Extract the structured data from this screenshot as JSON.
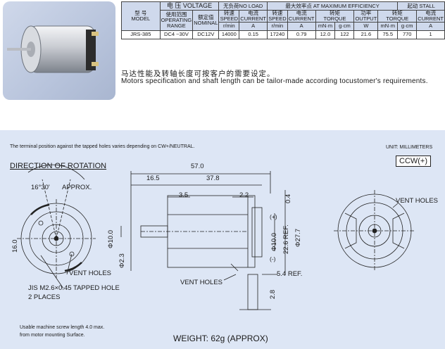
{
  "table": {
    "model_header": [
      "型 号",
      "MODEL"
    ],
    "voltage_header": "电 压 VOLTAGE",
    "noload_header": "无负荷NO LOAD",
    "maxeff_header": "最大效率点 AT MAXIMUM EFFICIENCY",
    "stall_header": "起动 STALL",
    "operating_range": [
      "使用范围",
      "OPERATING",
      "RANGE"
    ],
    "nominal": [
      "额定值",
      "NOMINAL"
    ],
    "speed": [
      "转速",
      "SPEED"
    ],
    "current": [
      "电流",
      "CURRENT"
    ],
    "torque": [
      "转矩",
      "TORQUE"
    ],
    "output": [
      "功率",
      "OUTPUT"
    ],
    "units": [
      "r/min",
      "A",
      "r/min",
      "A",
      "mN·m",
      "g·cm",
      "W",
      "mN·m",
      "g·cm",
      "A"
    ],
    "row": {
      "model": "JRS-385",
      "operating_range": "DC4 ~30V",
      "nominal": "DC12V",
      "noload_speed": "14000",
      "noload_current": "0.15",
      "eff_speed": "17240",
      "eff_current": "0.79",
      "eff_torque_mn": "12.0",
      "eff_torque_g": "122",
      "eff_output": "21.6",
      "stall_torque_mn": "75.5",
      "stall_torque_g": "770",
      "stall_current": "1"
    }
  },
  "note_cn": "马达性能及转轴长度可按客户的需要设定。",
  "note_en": "Motors specification and shaft length can be tailor-made according tocustomer's requirements.",
  "drawing": {
    "terminal_note": "The terminal position against the tapped holes varies depending on CW+/NEUTRAL.",
    "unit": "UNIT: MILLIMETERS",
    "ccw": "CCW(+)",
    "direction": "DIRECTION OF ROTATION",
    "angle": "16°30'",
    "approx": "APPROX.",
    "dia16": "16.0",
    "vent1": "VENT HOLES",
    "jis": "JIS M2.6×0.45 TAPPED HOLE",
    "places": "2 PLACES",
    "dim57": "57.0",
    "dim165": "16.5",
    "dim378": "37.8",
    "dim35": "3.5",
    "dim22": "2.2",
    "dim04": "0.4",
    "phi10a": "Φ10.0",
    "phi23": "Φ2.3",
    "phi10b": "Φ10.0",
    "ref226": "22.6 REF.",
    "phi277": "Φ27.7",
    "plus": "(+)",
    "minus": "(-)",
    "ref54": "5.4 REF.",
    "vent2": "VENT HOLES",
    "vent3": "VENT HOLES",
    "dim28": "2.8",
    "screw_note_1": "Usable machine screw length 4.0 max.",
    "screw_note_2": "from motor mounting Surface.",
    "weight": "WEIGHT: 62g (APPROX)"
  }
}
